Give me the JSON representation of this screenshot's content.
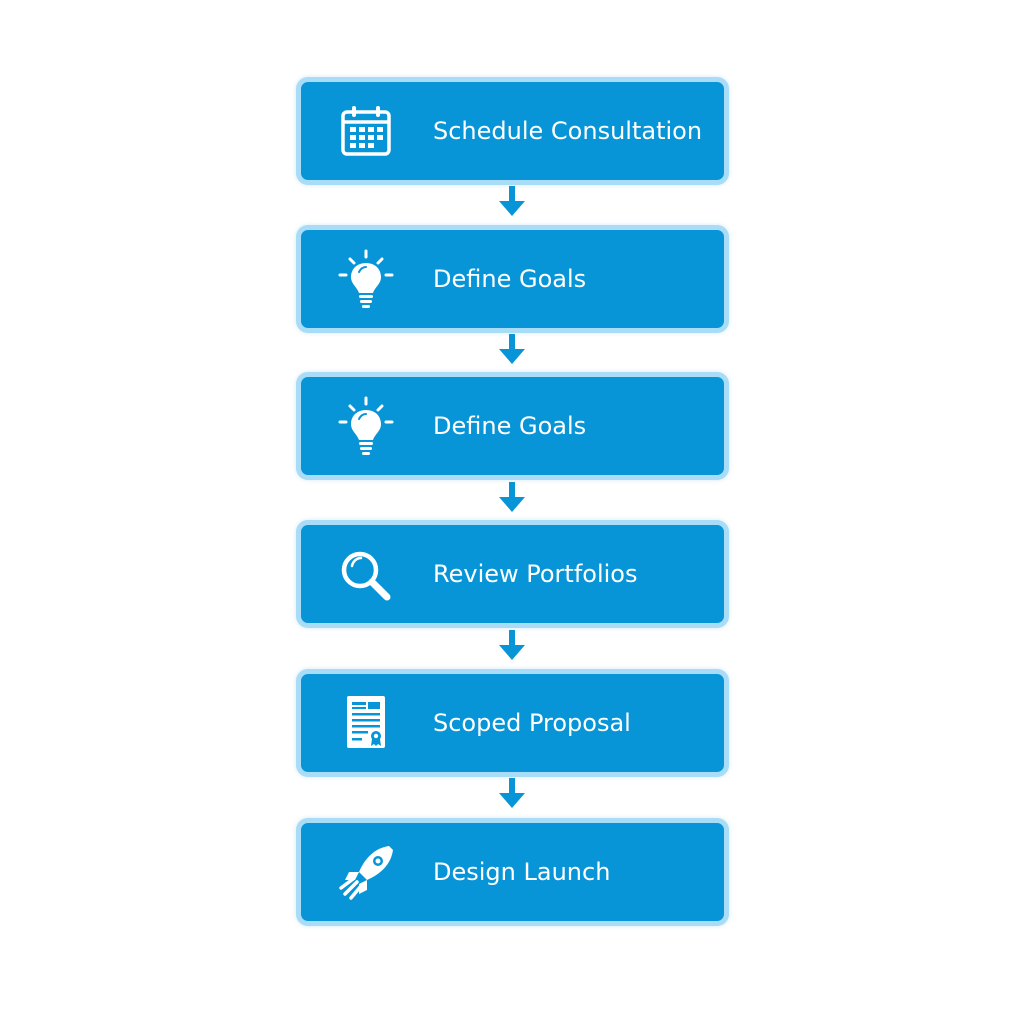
{
  "accent_color": "#0795d8",
  "border_color": "#a9dcf6",
  "steps": [
    {
      "label": "Schedule Consultation",
      "icon": "calendar-icon"
    },
    {
      "label": "Define Goals",
      "icon": "lightbulb-icon"
    },
    {
      "label": "Define Goals",
      "icon": "lightbulb-icon"
    },
    {
      "label": "Review Portfolios",
      "icon": "magnifier-icon"
    },
    {
      "label": "Scoped Proposal",
      "icon": "document-icon"
    },
    {
      "label": "Design Launch",
      "icon": "rocket-icon"
    }
  ]
}
